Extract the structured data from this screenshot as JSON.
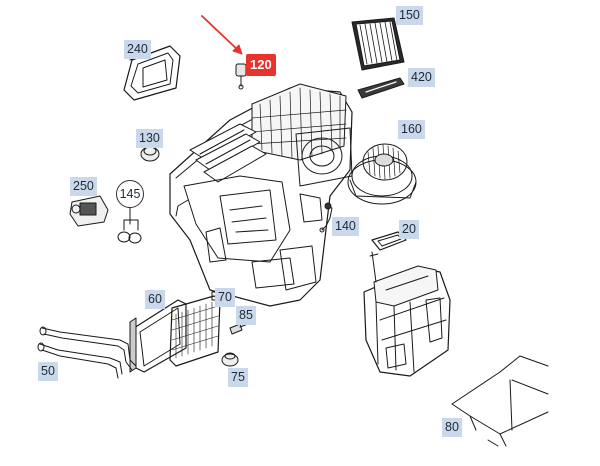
{
  "diagram": {
    "highlight_color": "#e8322c",
    "callout_color": "#c9d8ea",
    "highlighted_part": "120",
    "callouts": {
      "c240": "240",
      "c120": "120",
      "c150": "150",
      "c420": "420",
      "c130": "130",
      "c160": "160",
      "c250": "250",
      "c145": "145",
      "c140": "140",
      "c20": "20",
      "c60": "60",
      "c70": "70",
      "c85": "85",
      "c50": "50",
      "c75": "75",
      "c80": "80"
    }
  }
}
